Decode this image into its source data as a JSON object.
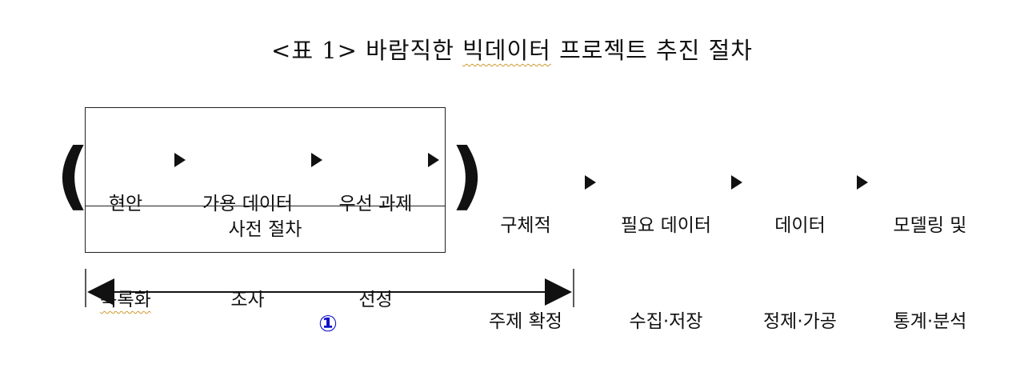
{
  "title": {
    "prefix": "<표 1> 바람직한 ",
    "underlined": "빅데이터",
    "suffix": " 프로젝트 추진 절차"
  },
  "preliminary": {
    "steps": [
      {
        "line1": "현안",
        "line2": "목록화"
      },
      {
        "line1": "가용 데이터",
        "line2": "조사"
      },
      {
        "line1": "우선 과제",
        "line2": "선정"
      }
    ],
    "label": "사전 절차"
  },
  "main_steps": [
    {
      "line1": "구체적",
      "line2": "주제 확정"
    },
    {
      "line1": "필요 데이터",
      "line2": "수집·저장"
    },
    {
      "line1": "데이터",
      "line2": "정제·가공"
    },
    {
      "line1": "모델링 및",
      "line2": "통계·분석"
    }
  ],
  "span_marker": "①",
  "colors": {
    "marker": "#1010c8",
    "squiggle": "#d09a2c"
  }
}
